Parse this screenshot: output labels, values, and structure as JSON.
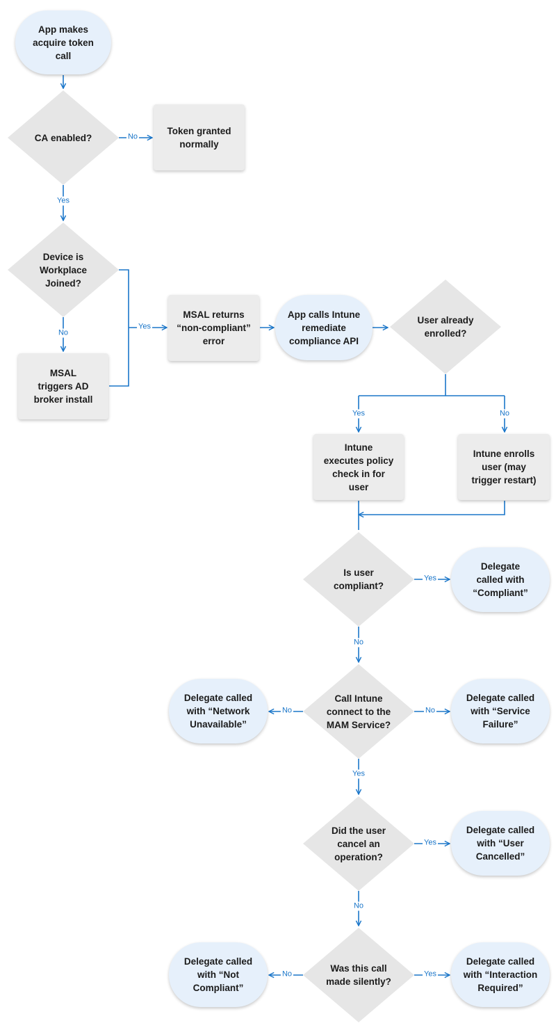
{
  "nodes": {
    "acquire_token": "App makes\nacquire token\ncall",
    "ca_enabled_rest": " enabled?",
    "ca_enabled_bold": "CA",
    "token_granted": "Token granted\nnormally",
    "device_joined": "Device is\nWorkplace\nJoined?",
    "broker_install": "MSAL\ntriggers AD\nbroker install",
    "msal_noncompliant": "MSAL returns\n“non-compliant”\nerror",
    "intune_remediate": "App calls Intune\nremediate\ncompliance API",
    "user_enrolled": "User already\nenrolled?",
    "policy_check": "Intune\nexecutes policy\ncheck in for\nuser",
    "enroll_user": "Intune enrolls\nuser (may\ntrigger restart)",
    "user_compliant": "Is user\ncompliant?",
    "delegate_compliant": "Delegate\ncalled with\n“Compliant”",
    "mam_connect": "Call Intune\nconnect to the\nMAM Service?",
    "delegate_network": "Delegate called\nwith “Network\nUnavailable”",
    "delegate_service": "Delegate called\nwith “Service\nFailure”",
    "user_cancel": "Did the user\ncancel an\noperation?",
    "delegate_cancelled": "Delegate called\nwith “User\nCancelled”",
    "call_silent": "Was this call\nmade silently?",
    "delegate_not_compliant": "Delegate called\nwith “Not\nCompliant”",
    "delegate_interaction": "Delegate called\nwith “Interaction\nRequired”"
  },
  "edges": {
    "ca_no": "No",
    "ca_yes": "Yes",
    "joined_no": "No",
    "joined_yes": "Yes",
    "enrolled_yes": "Yes",
    "enrolled_no": "No",
    "compliant_yes": "Yes",
    "compliant_no": "No",
    "mam_left_no": "No",
    "mam_right_no": "No",
    "mam_yes": "Yes",
    "cancel_yes": "Yes",
    "cancel_no": "No",
    "silent_no": "No",
    "silent_yes": "Yes"
  },
  "colors": {
    "arrow": "#1a76c9",
    "start_node": "#e6f0fb",
    "process_node": "#ececec",
    "decision_node": "#e6e6e6"
  }
}
